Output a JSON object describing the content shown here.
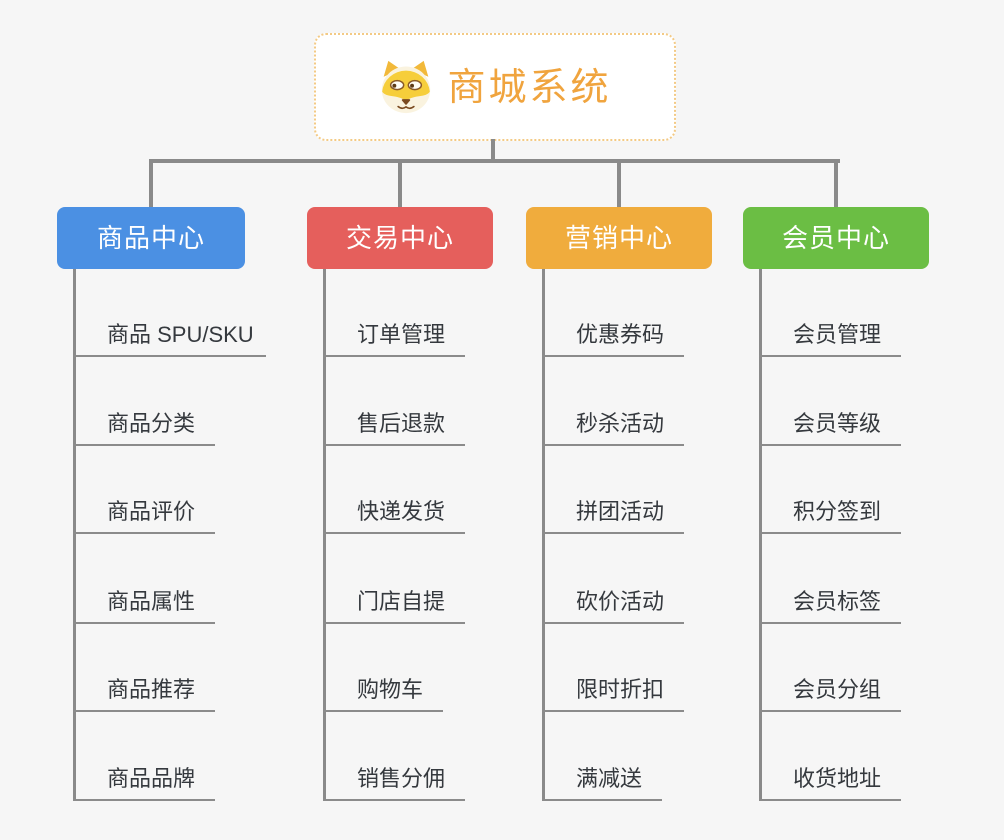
{
  "root": {
    "title": "商城系统",
    "icon": "dog-face-icon"
  },
  "branches": [
    {
      "label": "商品中心",
      "color": "#4B90E3",
      "items": [
        "商品 SPU/SKU",
        "商品分类",
        "商品评价",
        "商品属性",
        "商品推荐",
        "商品品牌"
      ]
    },
    {
      "label": "交易中心",
      "color": "#E55F5C",
      "items": [
        "订单管理",
        "售后退款",
        "快递发货",
        "门店自提",
        "购物车",
        "销售分佣"
      ]
    },
    {
      "label": "营销中心",
      "color": "#F0AC3D",
      "items": [
        "优惠券码",
        "秒杀活动",
        "拼团活动",
        "砍价活动",
        "限时折扣",
        "满减送"
      ]
    },
    {
      "label": "会员中心",
      "color": "#6BBE44",
      "items": [
        "会员管理",
        "会员等级",
        "积分签到",
        "会员标签",
        "会员分组",
        "收货地址"
      ]
    }
  ],
  "colors": {
    "background": "#F6F6F6",
    "connector_line": "#8A8A8A",
    "root_border": "#F3CA85",
    "root_text": "#F0A43E",
    "item_text": "#35393E"
  }
}
